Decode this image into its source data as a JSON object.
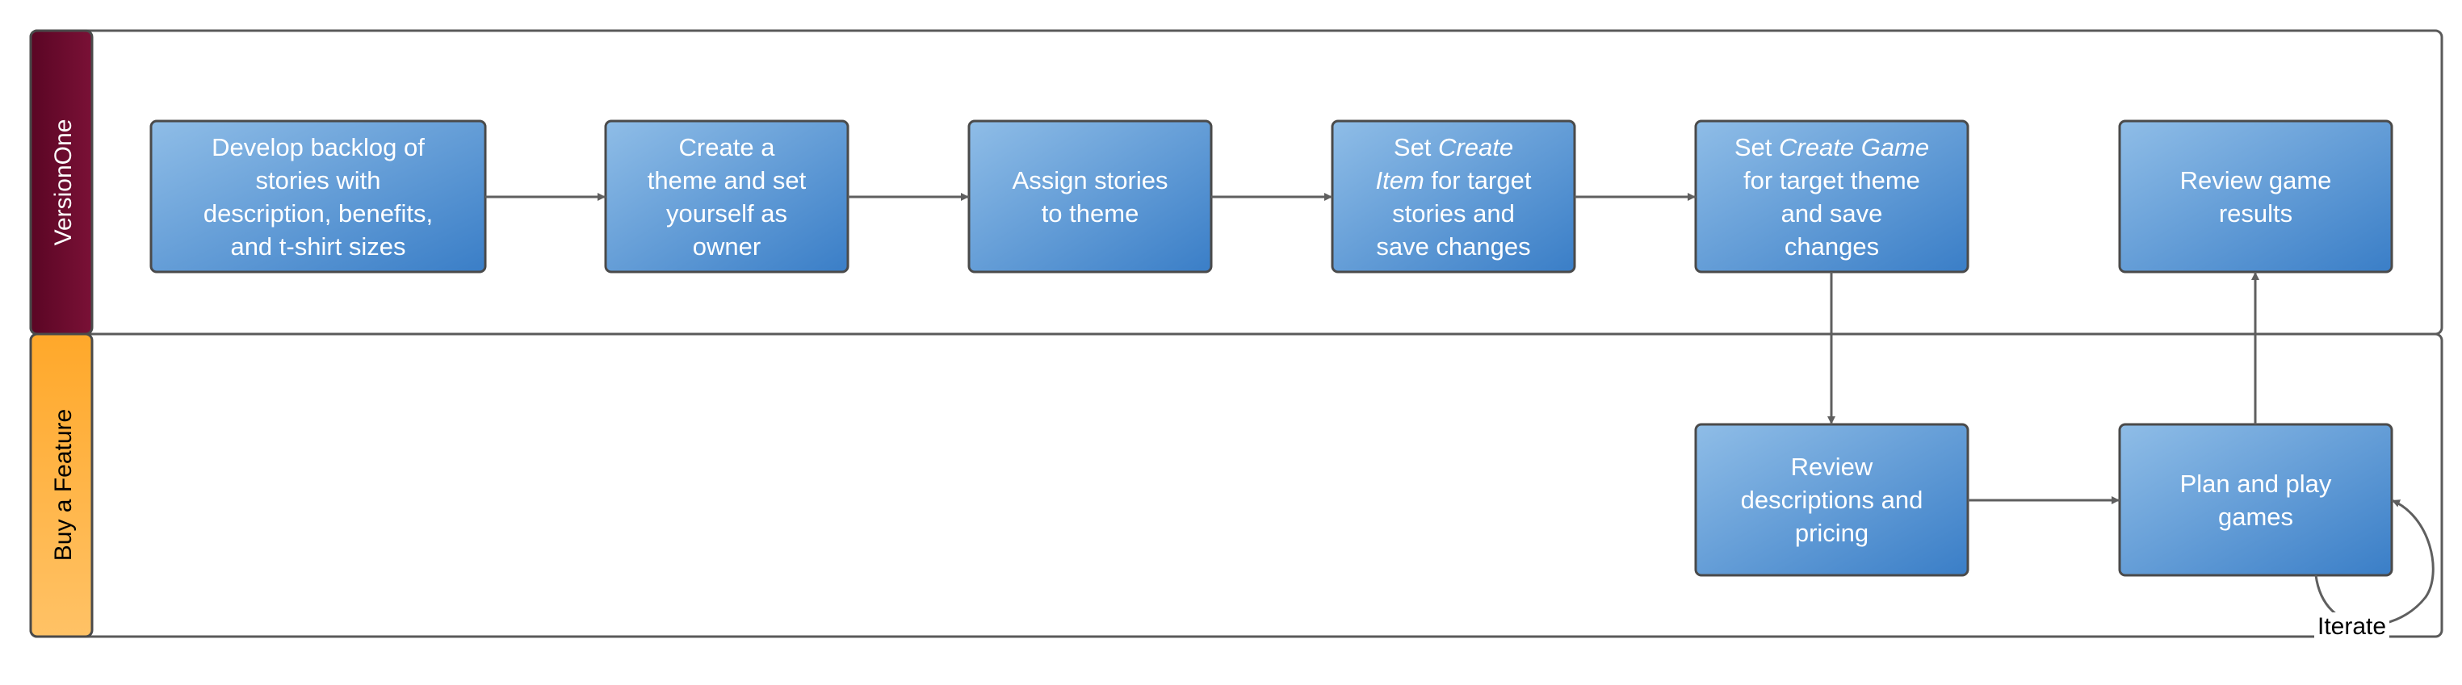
{
  "lanes": {
    "top": {
      "label": "VersionOne",
      "color": "#6b0a2c"
    },
    "bottom": {
      "label": "Buy a Feature",
      "color": "#ffb13b"
    }
  },
  "nodes": {
    "develop_backlog": {
      "lines": [
        [
          "Develop backlog of"
        ],
        [
          "stories with"
        ],
        [
          "description, benefits,"
        ],
        [
          "and t-shirt sizes"
        ]
      ]
    },
    "create_theme": {
      "lines": [
        [
          "Create a"
        ],
        [
          "theme and set"
        ],
        [
          "yourself as"
        ],
        [
          "owner"
        ]
      ]
    },
    "assign_stories": {
      "lines": [
        [
          "Assign stories"
        ],
        [
          "to theme"
        ]
      ]
    },
    "set_create_item": {
      "lines": [
        [
          "Set ",
          "~Create"
        ],
        [
          "~Item",
          " for target"
        ],
        [
          "stories and"
        ],
        [
          "save changes"
        ]
      ]
    },
    "set_create_game": {
      "lines": [
        [
          "Set ",
          "~Create Game"
        ],
        [
          "for target theme"
        ],
        [
          "and save"
        ],
        [
          "changes"
        ]
      ]
    },
    "review_game_results": {
      "lines": [
        [
          "Review game"
        ],
        [
          "results"
        ]
      ]
    },
    "review_descriptions": {
      "lines": [
        [
          "Review"
        ],
        [
          "descriptions and"
        ],
        [
          "pricing"
        ]
      ]
    },
    "plan_and_play": {
      "lines": [
        [
          "Plan and play"
        ],
        [
          "games"
        ]
      ]
    }
  },
  "loop_label": "Iterate",
  "colors": {
    "box_top": "#8dbbe6",
    "box_bottom": "#3d80c8",
    "stroke": "#4a4a4a",
    "connector": "#5f5f5f"
  }
}
